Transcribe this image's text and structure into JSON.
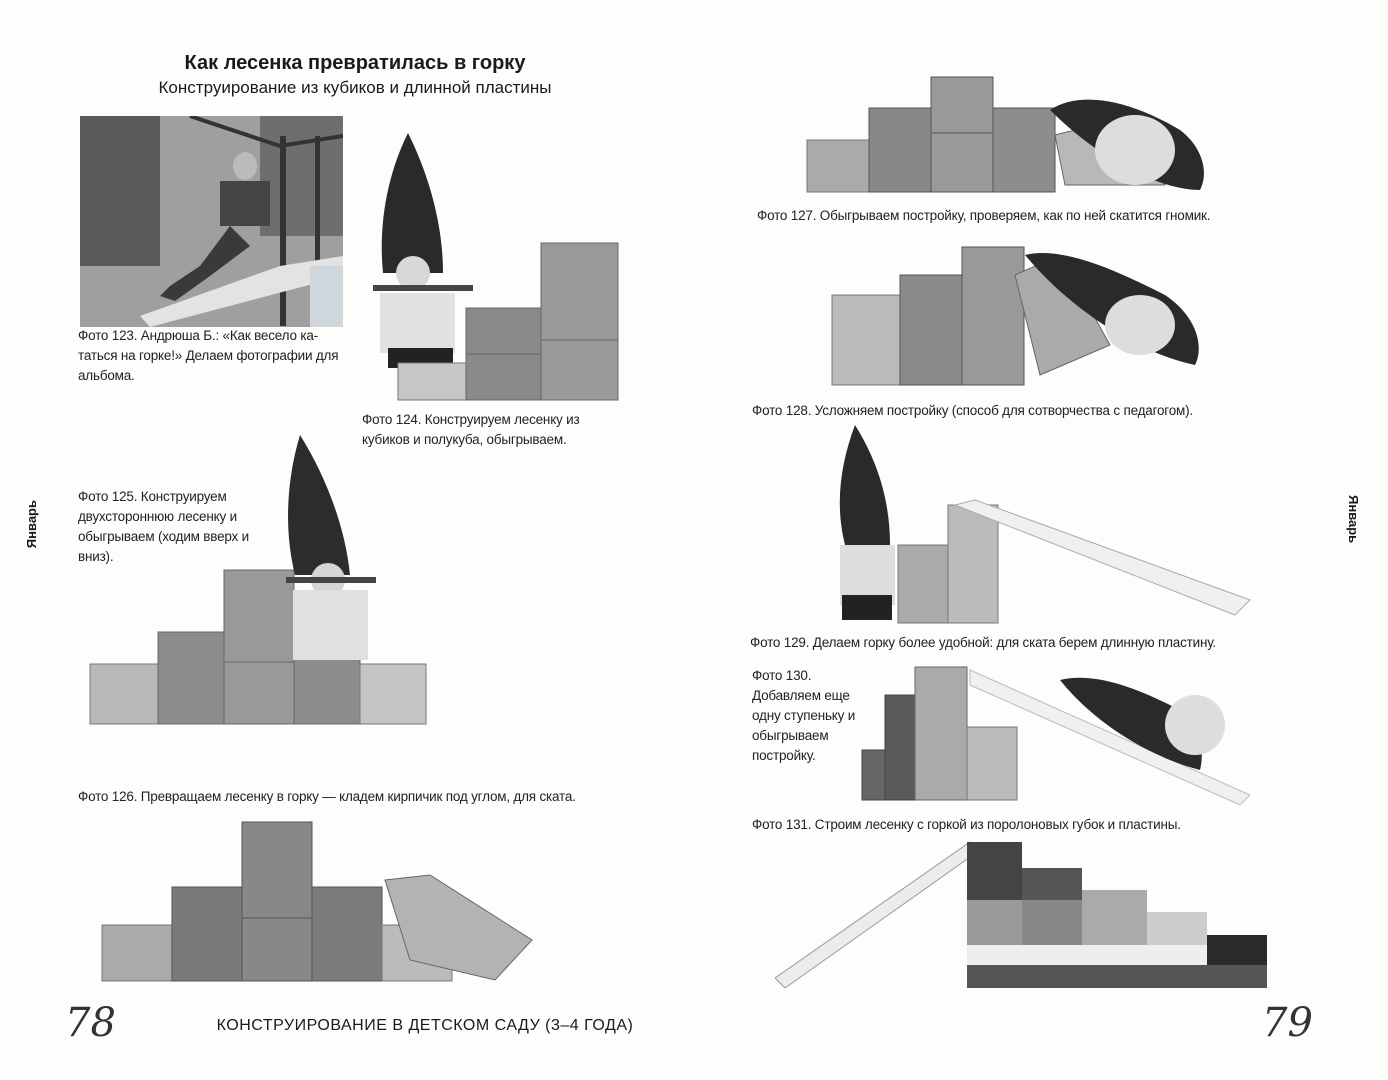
{
  "left_page": {
    "title": "Как лесенка превратилась в горку",
    "subtitle": "Конструирование из кубиков и длинной пластины",
    "side_label": "Январь",
    "captions": {
      "photo123": "Фото 123. Андрюша Б.: «Как весело ка­таться на горке!» Делаем фотографии для альбома.",
      "photo124": "Фото 124. Конструируем лесенку из кубиков и полукуба, обыгрываем.",
      "photo125": "Фото 125. Конструируем двухстороннюю лесенку и обыгрываем (ходим вверх и вниз).",
      "photo126": "Фото 126. Превращаем лесенку в горку — кладем кирпичик под углом, для ската."
    },
    "page_number": "78",
    "footer": "КОНСТРУИРОВАНИЕ В ДЕТСКОМ САДУ (3–4 ГОДА)"
  },
  "right_page": {
    "side_label": "Январь",
    "captions": {
      "photo127": "Фото 127. Обыгрываем постройку, проверяем, как по ней скатится гномик.",
      "photo128": "Фото 128. Усложняем постройку (способ для сотворчества с педагогом).",
      "photo129": "Фото 129. Делаем горку более удобной: для ската берем длинную пластину.",
      "photo130": "Фото 130. Добавляем еще одну ступеньку и обыгрываем постройку.",
      "photo131": "Фото 131. Строим лесенку с горкой из поролоновых губок и пластины."
    },
    "page_number": "79"
  }
}
